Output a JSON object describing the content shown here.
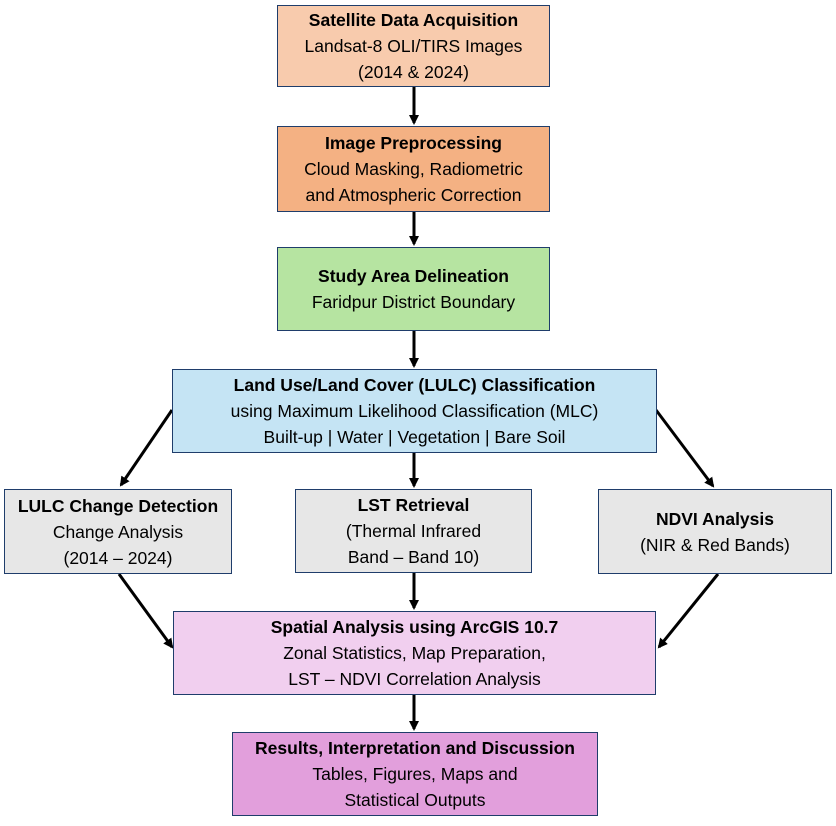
{
  "colors": {
    "acquisition": "#f8cbad",
    "preprocessing": "#f4b183",
    "study_area": "#b6e4a1",
    "lulc": "#c5e4f4",
    "branch": "#e7e7e7",
    "spatial": "#f1cfef",
    "results": "#e29fdc",
    "border": "#1f3d6b",
    "arrow": "#000000"
  },
  "boxes": {
    "acquisition": {
      "title": "Satellite Data Acquisition",
      "lines": [
        "Landsat-8 OLI/TIRS Images",
        "(2014 & 2024)"
      ]
    },
    "preprocessing": {
      "title": "Image Preprocessing",
      "lines": [
        "Cloud Masking, Radiometric",
        "and Atmospheric Correction"
      ]
    },
    "study_area": {
      "title": "Study Area Delineation",
      "lines": [
        "Faridpur District Boundary"
      ]
    },
    "lulc": {
      "title": "Land Use/Land Cover (LULC) Classification",
      "lines": [
        "using Maximum Likelihood Classification (MLC)",
        "Built-up | Water | Vegetation | Bare Soil"
      ]
    },
    "change_detection": {
      "title": "LULC Change Detection",
      "lines": [
        "Change Analysis",
        "(2014 – 2024)"
      ]
    },
    "lst": {
      "title": "LST Retrieval",
      "lines": [
        "(Thermal Infrared",
        "Band – Band 10)"
      ]
    },
    "ndvi": {
      "title": "NDVI Analysis",
      "lines": [
        "(NIR & Red Bands)"
      ]
    },
    "spatial": {
      "title": "Spatial Analysis using ArcGIS 10.7",
      "lines": [
        "Zonal Statistics, Map Preparation,",
        "LST – NDVI Correlation Analysis"
      ]
    },
    "results": {
      "title": "Results, Interpretation and Discussion",
      "lines": [
        "Tables, Figures, Maps and",
        "Statistical Outputs"
      ]
    }
  }
}
